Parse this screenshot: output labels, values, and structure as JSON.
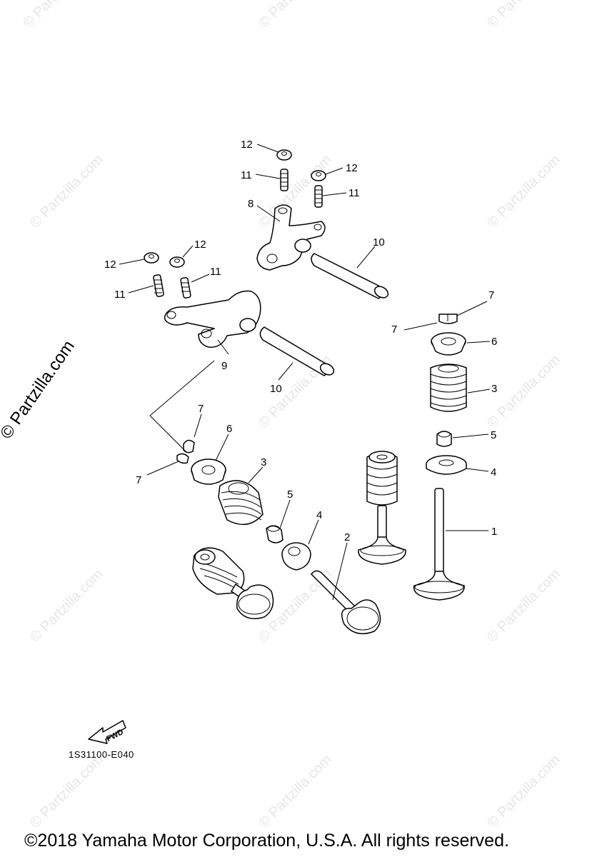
{
  "watermark_text": "© Partzilla.com",
  "side_watermark": "© Partzilla.com",
  "fwd_label": "FWD",
  "diagram_code": "1S31100-E040",
  "copyright": "©2018 Yamaha Motor Corporation, U.S.A. All rights reserved.",
  "callouts": {
    "c12a": "12",
    "c11a": "11",
    "c12b": "12",
    "c11b": "11",
    "c8": "8",
    "c10a": "10",
    "c12c": "12",
    "c12d": "12",
    "c11c": "11",
    "c11d": "11",
    "c9": "9",
    "c10b": "10",
    "c7a": "7",
    "c7b": "7",
    "c6a": "6",
    "c3a": "3",
    "c5a": "5",
    "c4a": "4",
    "c1": "1",
    "c7c": "7",
    "c7d": "7",
    "c6b": "6",
    "c3b": "3",
    "c5b": "5",
    "c4b": "4",
    "c2": "2"
  }
}
